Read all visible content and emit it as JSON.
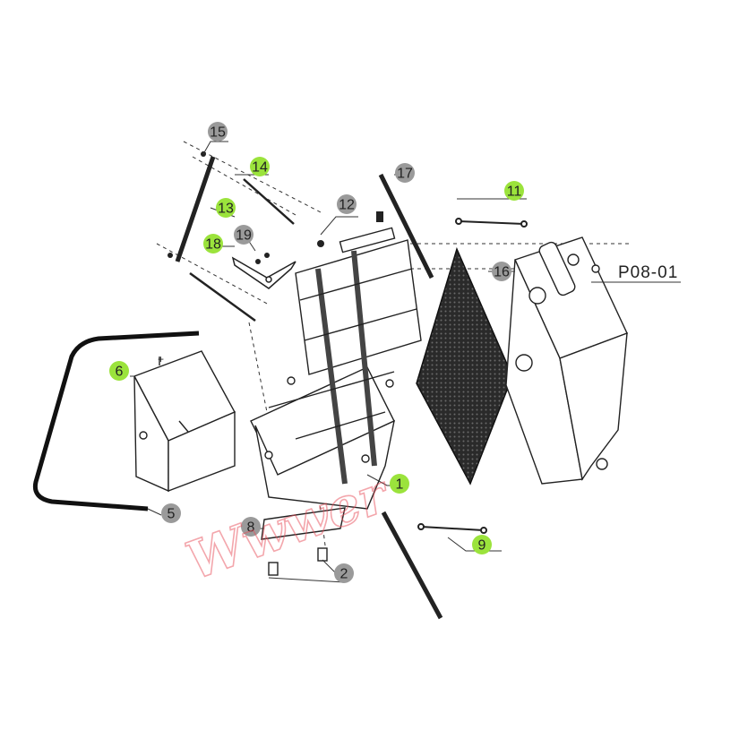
{
  "diagram": {
    "reference_code": "P08-01",
    "watermark": "Wwwer",
    "colors": {
      "line": "#222222",
      "leader": "#333333",
      "callout_highlight": "#9be33c",
      "callout_default": "#9a9a9a",
      "watermark": "#e8505b"
    },
    "callouts": [
      {
        "id": "c1",
        "label": "1",
        "highlight": true
      },
      {
        "id": "c2",
        "label": "2",
        "highlight": false
      },
      {
        "id": "c5",
        "label": "5",
        "highlight": false
      },
      {
        "id": "c6",
        "label": "6",
        "highlight": true
      },
      {
        "id": "c8",
        "label": "8",
        "highlight": false
      },
      {
        "id": "c9",
        "label": "9",
        "highlight": true
      },
      {
        "id": "c11",
        "label": "11",
        "highlight": true
      },
      {
        "id": "c12",
        "label": "12",
        "highlight": false
      },
      {
        "id": "c13",
        "label": "13",
        "highlight": true
      },
      {
        "id": "c14",
        "label": "14",
        "highlight": true
      },
      {
        "id": "c15",
        "label": "15",
        "highlight": false
      },
      {
        "id": "c16",
        "label": "16",
        "highlight": false
      },
      {
        "id": "c17",
        "label": "17",
        "highlight": false
      },
      {
        "id": "c18",
        "label": "18",
        "highlight": true
      },
      {
        "id": "c19",
        "label": "19",
        "highlight": false
      }
    ]
  }
}
